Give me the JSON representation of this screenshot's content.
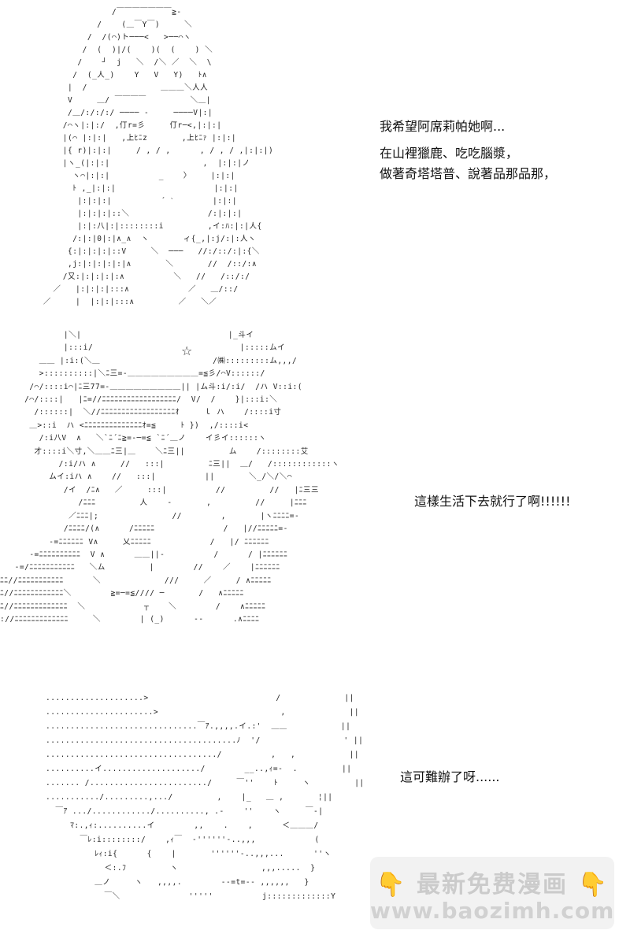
{
  "panel1": {
    "art": "                  /￣￣￣￣￣￣￣≧-   \n               /    (＿￣Y￣)     ＼\n             /  /(⌒)ト───<   >──⌒ヽ\n            /  (  )|/(    )(  (    ) ＼\n           /    ┘  j   ＼  /＼ ／  ＼  \\\n          /  (_人_)    Y   V   Y)   ﾄ∧\n         |  /               ＿＿＿＼人人\n         V     ＿/ ￣￣￣￣         ＼＿|\n         /＿/:/:/:/ ──── -     ────V|:|\n        /⌒ヽ|:|:/  ,仃r=彡     仃r─<,|:|:|\n        |(⌒ |:|:|   ,上ﾋﾆz       ,上ﾋﾆｧ |:|:|\n        |{ r)|:|:|     / , / ,      , / , / ,|:|:|)\n        |ヽ_(|:|:|                   ,  |:|:|ノ\n          ヽ⌒|:|:|          _    〉    |:|:|\n          ﾄ ,_|:|:|                    |:|:|\n           |:|:|:|          ´ ˋ        |:|:|\n           |:|:|:|::＼                /:|:|:|\n           |:|:八|:|::::::::i         ,イ:ﾊ:|:|人{\n          /:|:|0|:|∧_∧  ヽ       ィ{_,|:j/:|:人ヽ\n         {:|:|:|:|::V     ＼  ───   //:/::/:|:{＼\n         ,j:|:|:|:|:|∧       ＼       //  /::/:∧\n        /又:|:|:|:|:∧          ＼   //   /::/:/\n      ／   |:|:|:|:::∧            ／   ＿/::/\n    ／     |  |:|:|:::∧         ／   ＼／"
  },
  "panel2": {
    "star": "☆",
    "art": "             |＼|                              |_斗イ\n             |:::i/                              |:::::ムイ\n        ＿＿ |:i:(＼＿                       /㈱:::::::::ム,,,/\n        >::::::::::|＼ﾆ三=-＿＿＿＿＿＿＿＿＿=≦彡/⌒V::::::/\n      /⌒/::::i⌒|ﾆ三77=-＿＿＿＿＿＿＿＿＿|| |ム斗:i/:i/  /ハ V::i:(\n     /⌒/::::|   |ﾆ=//ﾆﾆﾆﾆﾆﾆﾆﾆﾆﾆﾆﾆﾆﾆﾆﾆﾆﾆ/  V/  /    }|:::i:＼\n       /::::::|  ＼//ﾆﾆﾆﾆﾆﾆﾆﾆﾆﾆﾆﾆﾆﾆﾆﾆﾆﾆｵ     ｌ ハ    /::::i寸\n      ＿>::i  ハ <ﾆﾆﾆﾆﾆﾆﾆﾆﾆﾆﾆﾆﾆﾆｵ=≦     ﾄ })  ,/::::i<\n        /:i八V  ∧   ＼`ﾆ´ﾆ≧=-─=≦ `ﾆ´＿ノ    イ彡イ::::::ヽ\n       才::::i＼寸,＼＿＿ﾆ三|＿    ＼ﾆ三||         ム    /::::::::艾\n            /:i/ハ ∧     //   :::|         ﾆ三||  ＿/   /::::::::::::ヽ\n          ムイ:iハ ∧    //   :::|          ||       ＼_/＼/＼⌒\n             /イ  /ﾆ∧   ／     :::|          //         //   |ﾆ三三\n                /ﾆﾆﾆ         人    -       ,         //     |ﾆﾆﾆ\n              ／ﾆﾆﾆ|;               //        ,       |ヽﾆﾆﾆﾆ=-\n             /ﾆﾆﾆﾆ/(∧      /ﾆﾆﾆﾆﾆ              /   |//ﾆﾆﾆﾆﾆ=-\n          -=ﾆﾆﾆﾆﾆﾆ V∧     乂ﾆﾆﾆﾆﾆ            /   |/ ﾆﾆﾆﾆﾆﾆ\n      -=ﾆﾆﾆﾆﾆﾆﾆﾆﾆﾆ  V ∧      ＿＿||-          /      / |ﾆﾆﾆﾆﾆﾆ\n   -=/ﾆﾆﾆﾆﾆﾆﾆﾆﾆﾆﾆ   ＼ム         |        //    ／    |ﾆﾆﾆﾆﾆﾆ\nﾆﾆ//ﾆﾆﾆﾆﾆﾆﾆﾆﾆﾆﾆ      ＼             ///     ／     / ∧ﾆﾆﾆﾆﾆ\nﾆ//ﾆﾆﾆﾆﾆﾆﾆﾆﾆﾆﾆﾆ＼        ≧=─=≦//// ─       /   ∧ﾆﾆﾆﾆﾆ\nﾆ//ﾆﾆﾆﾆﾆﾆﾆﾆﾆﾆﾆﾆﾆ  ＼            ┬    ＼        /    ∧ﾆﾆﾆﾆﾆ\n://ﾆﾆﾆﾆﾆﾆﾆﾆﾆﾆﾆﾆﾆ     ＼        | (_)      -‐      .∧ﾆﾆﾆﾆ"
  },
  "panel3": {
    "art": "....................>                          /             ||\n......................>                         ,             ||\n...............................￣ｱ.,,,,.イ.:'  ＿＿           ||\n.......................................ﾉ  '/                 ' ||\n.................................../          ,   ,           ||\n..........イ..................../        __..,ｨ=-  .         ||\n....... /......................../     ￣''    ﾄ     ヽ         ||\n.........../.........,.../         ,    |_   ＿ ,       ¦||\n  ￣ｱ .../............/.........., .-    ''    ヽ     ￣-|\n     ﾏ:.,ｨ:..........イ        ,,    .    ,      ＜＿＿＿/\n       ￣ﾚ:i::::::::/    ,ｨ￣  ‐''''''-..,,,            (\n          ﾚｨ:i{      {    |       ''''''-..,,,...      ''ヽ\n            ＜:.ﾌ         ヽ                 ,,,.....  }\n          ＿ノ     ヽ   ,,,,.        -‐=t=-- ,,,,,,   }\n            ￣＼              '''''          j:::::::::::::Y"
  },
  "captions": {
    "p1_line1": "我希望阿席莉帕她啊...",
    "p1_line2": "在山裡獵鹿、吃吃腦漿，",
    "p1_line3": "做著奇塔塔普、說著品那品那，",
    "p2_line1": "這樣生活下去就行了啊!!!!!!",
    "p3_line1": "這可難辦了呀......"
  },
  "watermark": {
    "hand_left": "👇",
    "title": "最新免费漫画",
    "hand_right": "👇",
    "url": "www.baozimh.com"
  }
}
